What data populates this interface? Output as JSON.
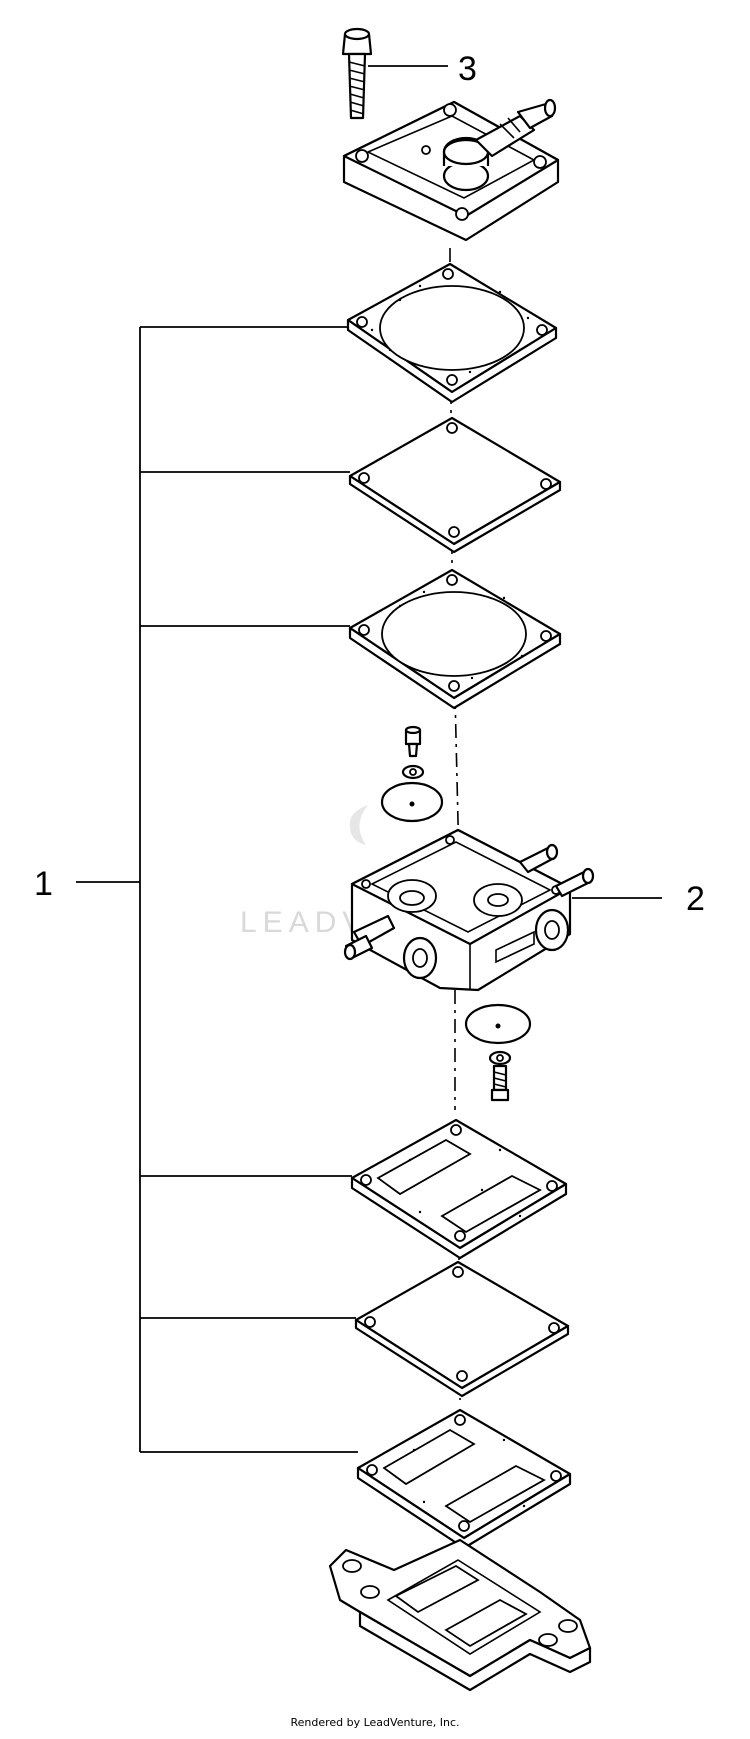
{
  "callouts": [
    {
      "id": "1",
      "label": "1"
    },
    {
      "id": "2",
      "label": "2"
    },
    {
      "id": "3",
      "label": "3"
    }
  ],
  "watermark": "LEADV",
  "footer": "Rendered by LeadVenture, Inc."
}
